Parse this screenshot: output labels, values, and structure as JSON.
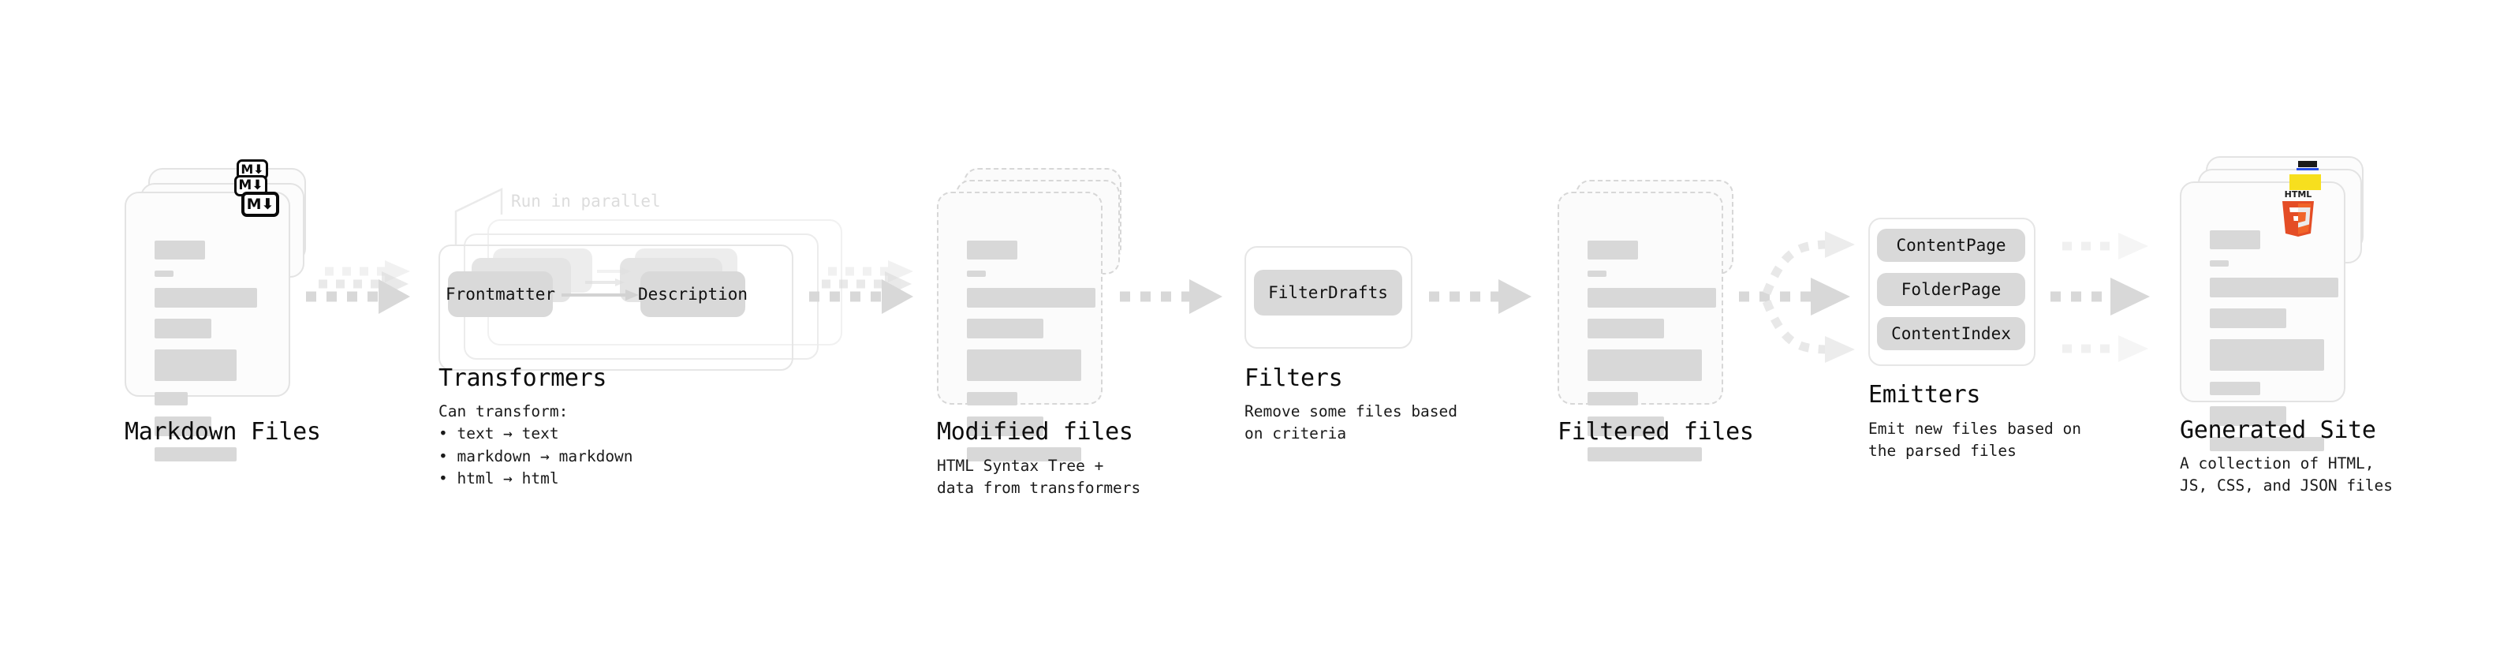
{
  "diagram": {
    "title": "Quartz content pipeline",
    "background": "#ffffff",
    "accent_gray": "#d9d9d9",
    "line_gray": "#e3e3e3",
    "text_color": "#0d0d0d"
  },
  "stages": [
    {
      "id": "markdown-files",
      "caption": "Markdown Files",
      "subcaption": "",
      "badge_icon": "markdown-icon",
      "badge_text": "M",
      "card_count": 3,
      "card_style": "solid"
    },
    {
      "id": "transformers",
      "caption": "Transformers",
      "subcaption": "Can transform:\n• text → text\n• markdown → markdown\n• html → html",
      "annotation": "Run in parallel",
      "chips": [
        "Frontmatter",
        "Description"
      ],
      "card_count": 3,
      "card_style": "solid"
    },
    {
      "id": "modified-files",
      "caption": "Modified files",
      "subcaption": "HTML Syntax Tree +\ndata from transformers",
      "card_count": 3,
      "card_style": "dashed"
    },
    {
      "id": "filters",
      "caption": "Filters",
      "subcaption": "Remove some files based\non criteria",
      "chips": [
        "FilterDrafts"
      ],
      "card_count": 1,
      "card_style": "solid"
    },
    {
      "id": "filtered-files",
      "caption": "Filtered files",
      "subcaption": "",
      "card_count": 2,
      "card_style": "dashed"
    },
    {
      "id": "emitters",
      "caption": "Emitters",
      "subcaption": "Emit new files based on\nthe parsed files",
      "chips": [
        "ContentPage",
        "FolderPage",
        "ContentIndex"
      ],
      "card_count": 1,
      "card_style": "solid"
    },
    {
      "id": "generated-site",
      "caption": "Generated Site",
      "subcaption": "A collection of HTML,\nJS, CSS, and JSON files",
      "badge_icon": "html5-icon",
      "badge_text": "HTML",
      "badge_number": "5",
      "secondary_badges": [
        "js-icon",
        "css3-icon"
      ],
      "card_count": 3,
      "card_style": "solid"
    }
  ],
  "connectors": [
    {
      "id": "md-to-transformers",
      "type": "triple-dashed-arrow"
    },
    {
      "id": "transformers-to-modified",
      "type": "triple-dashed-arrow"
    },
    {
      "id": "modified-to-filters",
      "type": "single-dashed-arrow"
    },
    {
      "id": "filters-to-filtered",
      "type": "single-dashed-arrow"
    },
    {
      "id": "filtered-to-emitters",
      "type": "fan-out-dashed-arrow"
    },
    {
      "id": "emitters-to-site",
      "type": "triple-parallel-dashed-arrow"
    }
  ],
  "colors": {
    "html5_orange": "#e44d26",
    "html5_orange_light": "#f16529",
    "js_yellow": "#f7df1e",
    "css_blue": "#264de4",
    "chip_gray": "#d9d9d9",
    "doc_line_gray": "#d8d8d8"
  }
}
